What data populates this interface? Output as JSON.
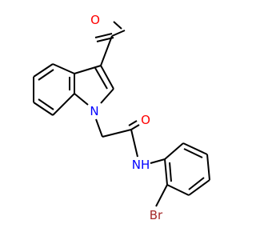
{
  "molecule": {
    "atoms": {
      "O_ketone": {
        "text": "O",
        "color": "#ff0000"
      },
      "N_indole": {
        "text": "N",
        "color": "#0000ff"
      },
      "O_amide": {
        "text": "O",
        "color": "#ff0000"
      },
      "N_amide": {
        "text": "NH",
        "color": "#0000ff"
      },
      "Br": {
        "text": "Br",
        "color": "#a52a2a"
      }
    },
    "bond_color": "#000000",
    "background": "#ffffff"
  }
}
